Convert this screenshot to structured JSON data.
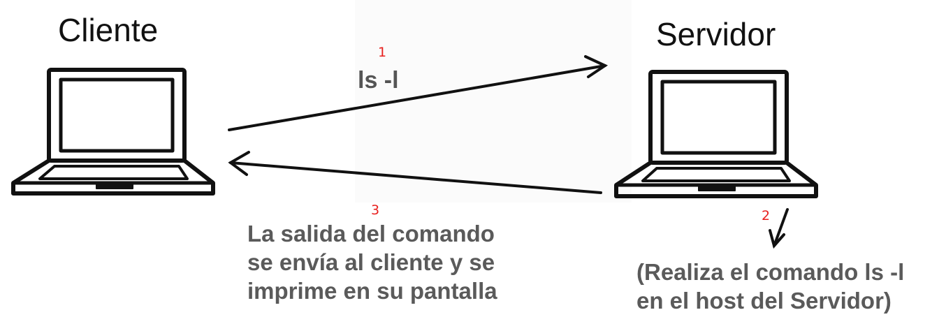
{
  "client": {
    "title": "Cliente"
  },
  "server": {
    "title": "Servidor"
  },
  "steps": [
    {
      "number": "1",
      "label": "ls -l"
    },
    {
      "number": "2",
      "lines": [
        "(Realiza el comando ls -l",
        "en el host del Servidor)"
      ]
    },
    {
      "number": "3",
      "lines": [
        "La salida del comando",
        "se envía al cliente y se",
        "imprime en su pantalla"
      ]
    }
  ],
  "colors": {
    "step_number": "#e8201e",
    "text_gray": "#5a5a5a",
    "line": "#111111"
  }
}
